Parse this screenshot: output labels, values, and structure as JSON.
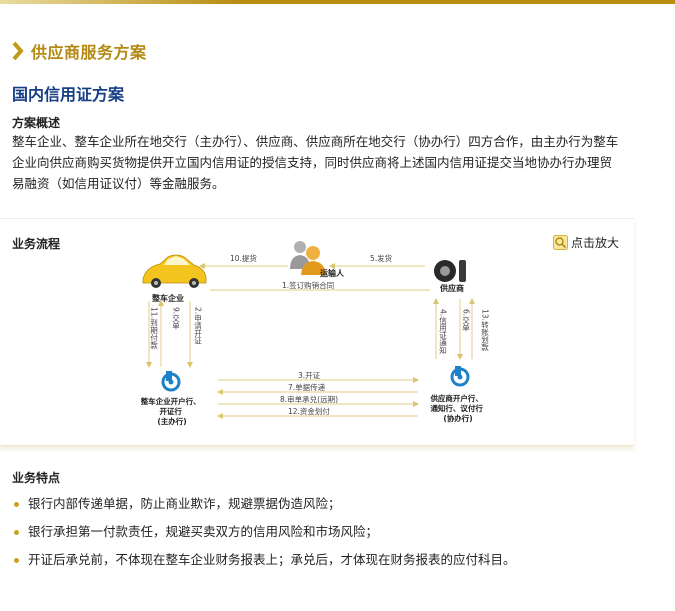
{
  "section_title": "供应商服务方案",
  "heading": "国内信用证方案",
  "overview_title": "方案概述",
  "overview_text": "整车企业、整车企业所在地交行（主办行）、供应商、供应商所在地交行（协办行）四方合作，由主办行为整车企业向供应商购买货物提供开立国内信用证的授信支持，同时供应商将上述国内信用证提交当地协办行办理贸易融资（如信用证议付）等金融服务。",
  "flow_title": "业务流程",
  "zoom_label": "点击放大",
  "diagram": {
    "nodes": {
      "car": "整车企业",
      "carrier": "运输人",
      "supplier": "供应商",
      "main_bank": [
        "整车企业开户行、",
        "开证行",
        "(主办行)"
      ],
      "assist_bank": [
        "供应商开户行、",
        "通知行、议付行",
        "(协办行)"
      ]
    },
    "steps": {
      "s1": "1.签订购销合同",
      "s2": "2.申请开证",
      "s3": "3.开证",
      "s4": "4.信用证通知",
      "s5": "5.发货",
      "s6": "6.交单",
      "s7": "7.单据传递",
      "s8": "8.审单承兑(远期)",
      "s9": "9.交单",
      "s10": "10.提货",
      "s11": "11.到期付款",
      "s12": "12.资金划付",
      "s13": "13.转账划款"
    },
    "colors": {
      "arrow": "#e0cf86",
      "car": "#f2c21b",
      "bank": "#1e82c8"
    }
  },
  "features_title": "业务特点",
  "features": [
    "银行内部传递单据，防止商业欺诈，规避票据伪造风险；",
    "银行承担第一付款责任，规避买卖双方的信用风险和市场风险；",
    "开证后承兑前，不体现在整车企业财务报表上；承兑后，才体现在财务报表的应付科目。"
  ]
}
